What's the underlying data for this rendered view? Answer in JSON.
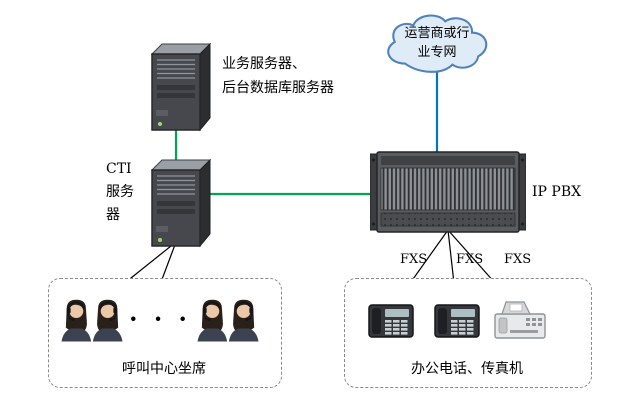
{
  "diagram_title": "call-center-ip-pbx-topology",
  "colors": {
    "background": "#ffffff",
    "green_link": "#00a651",
    "blue_link": "#0075c2",
    "black_link": "#000000",
    "cloud_fill": "#dfecf8",
    "cloud_stroke": "#4f81bd",
    "dashed_border": "#8a8a8a"
  },
  "nodes": {
    "app_server": {
      "label_lines": [
        "业务服务器、",
        "后台数据库服务器"
      ]
    },
    "cti_server": {
      "label_lines": [
        "CTI",
        "服务",
        "器"
      ]
    },
    "cloud": {
      "label_lines": [
        "运营商或行",
        "业专网"
      ]
    },
    "ip_pbx": {
      "label": "IP PBX"
    },
    "fxs_ports": [
      "FXS",
      "FXS",
      "FXS"
    ],
    "call_center": {
      "label": "呼叫中心坐席",
      "ellipsis": "· · ·"
    },
    "office_devices": {
      "label": "办公电话、传真机"
    }
  }
}
